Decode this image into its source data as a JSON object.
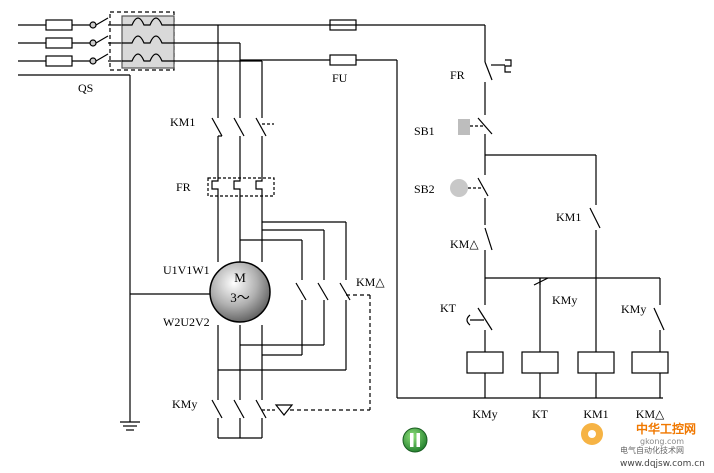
{
  "labels": {
    "qs": "QS",
    "fu": "FU",
    "km1_main": "KM1",
    "fr_main": "FR",
    "motor_u1v1w1": "U1V1W1",
    "motor_w2u2v2": "W2U2V2",
    "km_delta_main": "KM△",
    "kmy_main": "KMy",
    "fr_ctrl": "FR",
    "sb1": "SB1",
    "sb2": "SB2",
    "km1_ctrl": "KM1",
    "km_delta_ctrl": "KM△",
    "kt_ctrl": "KT",
    "kmy_ctrl": "KMy",
    "kmy_ctrl2": "KMy"
  },
  "motor": {
    "line1": "M",
    "line2": "3～"
  },
  "coils": [
    {
      "label": "KMy"
    },
    {
      "label": "KT"
    },
    {
      "label": "KM1"
    },
    {
      "label": "KM△"
    }
  ],
  "watermark": {
    "brand": "中华工控网",
    "site": "gkong.com",
    "subtitle": "电气自动化技术网",
    "url": "www.dqjsw.com.cn"
  },
  "colors": {
    "line": "#000000",
    "motor_body": "#6b6b6b",
    "play_button": "#2e9e3a",
    "watermark_orange": "#f07800"
  }
}
